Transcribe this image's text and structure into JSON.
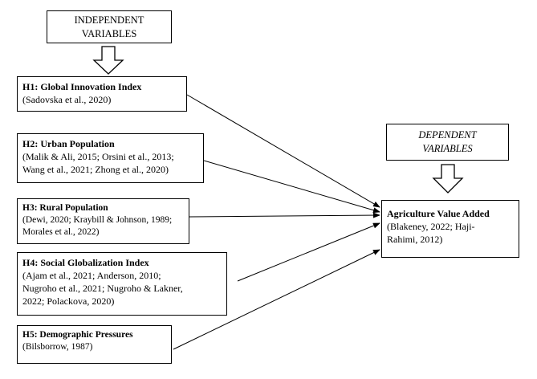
{
  "independent": {
    "label_line1": "INDEPENDENT",
    "label_line2": "VARIABLES"
  },
  "dependent": {
    "label_line1": "DEPENDENT",
    "label_line2": "VARIABLES",
    "title": "Agriculture Value Added",
    "cite_line1": "(Blakeney, 2022; Haji-",
    "cite_line2": "Rahimi, 2012)"
  },
  "hypotheses": [
    {
      "title": "H1: Global Innovation Index",
      "lines": [
        "(Sadovska et al., 2020)"
      ]
    },
    {
      "title": "H2: Urban Population",
      "lines": [
        "(Malik & Ali, 2015; Orsini et al., 2013;",
        "Wang et al., 2021; Zhong et al., 2020)"
      ]
    },
    {
      "title": "H3: Rural Population",
      "lines": [
        "(Dewi, 2020; Kraybill & Johnson, 1989;",
        "Morales et al., 2022)"
      ]
    },
    {
      "title": "H4: Social Globalization Index",
      "lines": [
        "(Ajam et al., 2021; Anderson, 2010;",
        "Nugroho et al., 2021; Nugroho & Lakner,",
        "2022; Polackova, 2020)"
      ]
    },
    {
      "title": "H5: Demographic Pressures",
      "lines": [
        "(Bilsborrow, 1987)"
      ]
    }
  ]
}
